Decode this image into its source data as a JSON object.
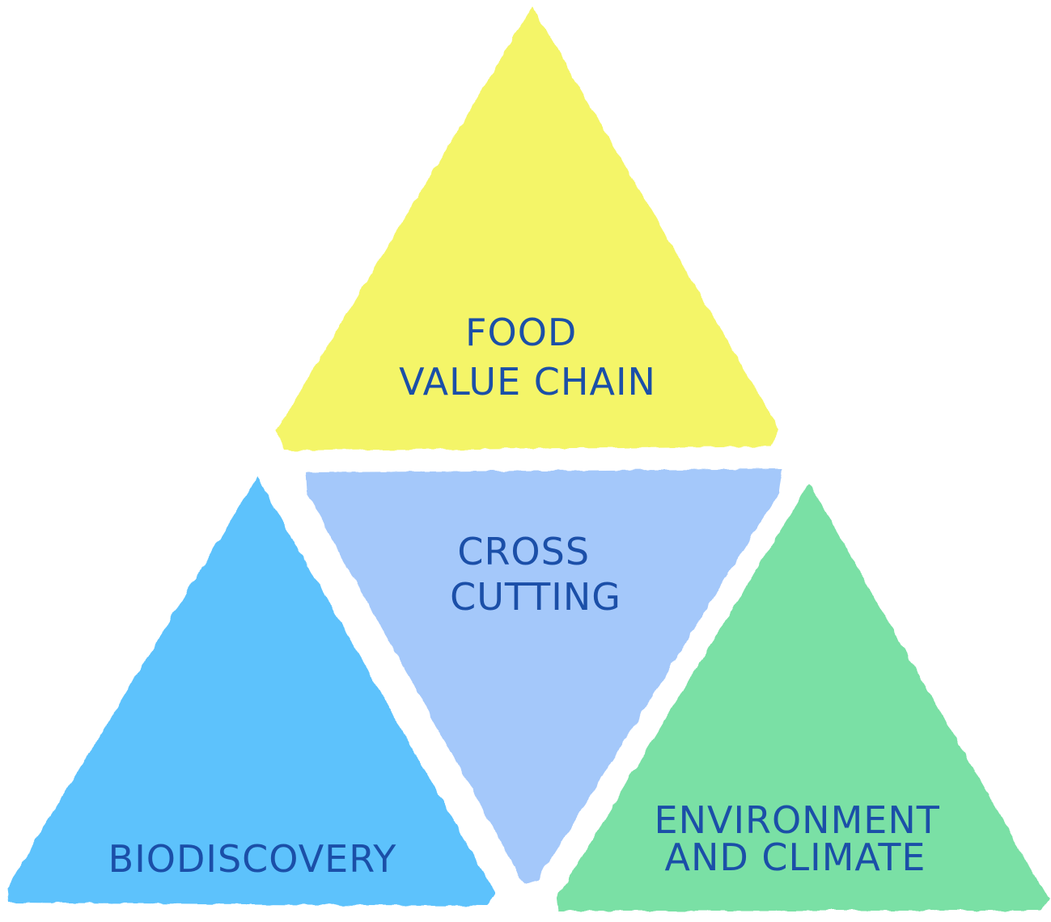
{
  "diagram": {
    "text_color": "#1b4fa8",
    "triangles": {
      "top": {
        "lines": [
          "FOOD",
          "VALUE CHAIN"
        ],
        "color": "#f4f567"
      },
      "center": {
        "lines": [
          "CROSS",
          "CUTTING"
        ],
        "color": "#a4c8fa"
      },
      "left": {
        "lines": [
          "BIODISCOVERY"
        ],
        "color": "#5dc2fc"
      },
      "right": {
        "lines": [
          "ENVIRONMENT",
          "AND CLIMATE"
        ],
        "color": "#7ae0a5"
      }
    }
  }
}
